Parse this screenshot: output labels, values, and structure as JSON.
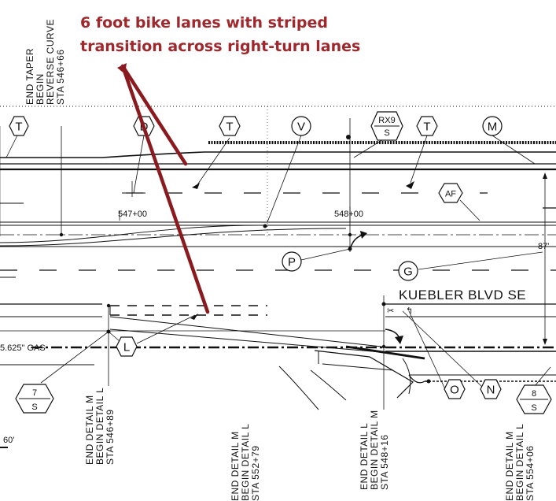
{
  "callout": {
    "line1": "6 foot bike lanes with striped",
    "line2": "transition across right-turn lanes",
    "color": "#a0282d"
  },
  "street_name": "KUEBLER BLVD SE",
  "stations": {
    "sta_547": "547+00",
    "sta_548": "548+00"
  },
  "dimensions": {
    "right_width": "87'",
    "left_width": "60'"
  },
  "gas_label": "5.625\" GAS",
  "hex_markers": {
    "t1": "T",
    "d": "D",
    "t2": "T",
    "t3": "T",
    "l": "L",
    "o": "O",
    "n": "N",
    "hex7_top": "7",
    "hex7_bot": "S",
    "hex8_top": "8",
    "hex8_bot": "S",
    "rx9_top": "RX9",
    "rx9_bot": "S",
    "af": "AF"
  },
  "circle_markers": {
    "v": "V",
    "m": "M",
    "p": "P",
    "g": "G"
  },
  "vertical_notes": {
    "top_left": [
      "END TAPER",
      "BEGIN",
      "REVERSE CURVE",
      "STA 546+66"
    ],
    "bottom_1": [
      "END DETAIL M",
      "BEGIN DETAIL L",
      "STA 546+89"
    ],
    "bottom_2": [
      "END DETAIL M",
      "BEGIN DETAIL L",
      "STA 552+79"
    ],
    "bottom_3": [
      "END DETAIL L",
      "BEGIN DETAIL M",
      "STA 548+16"
    ],
    "bottom_4": [
      "END DETAIL M",
      "BEGIN DETAIL L",
      "STA 554+06"
    ]
  }
}
